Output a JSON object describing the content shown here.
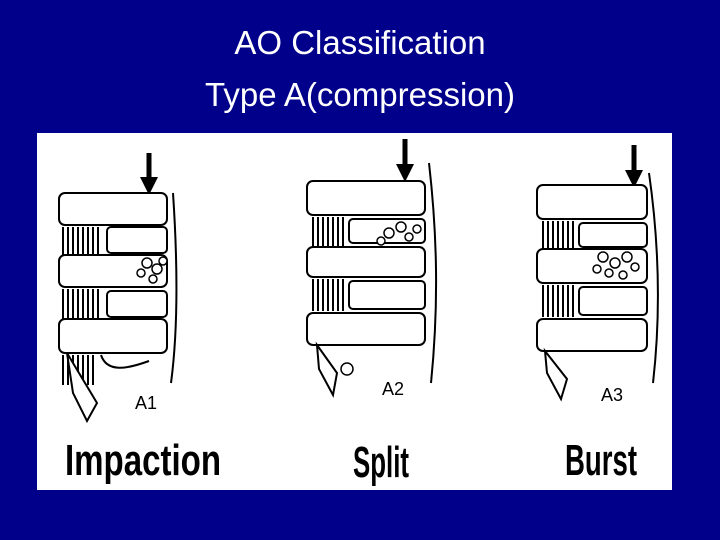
{
  "slide": {
    "title_line1": "AO Classification",
    "title_line2": "Type A(compression)"
  },
  "figure": {
    "panels": [
      {
        "code": "A1",
        "name": "Impaction",
        "icon": "impaction-vertebra-illustration"
      },
      {
        "code": "A2",
        "name": "Split",
        "icon": "split-vertebra-illustration"
      },
      {
        "code": "A3",
        "name": "Burst",
        "icon": "burst-vertebra-illustration"
      }
    ]
  },
  "colors": {
    "background": "#00008b",
    "title": "#ffffff",
    "panel": "#ffffff",
    "ink": "#000000"
  }
}
